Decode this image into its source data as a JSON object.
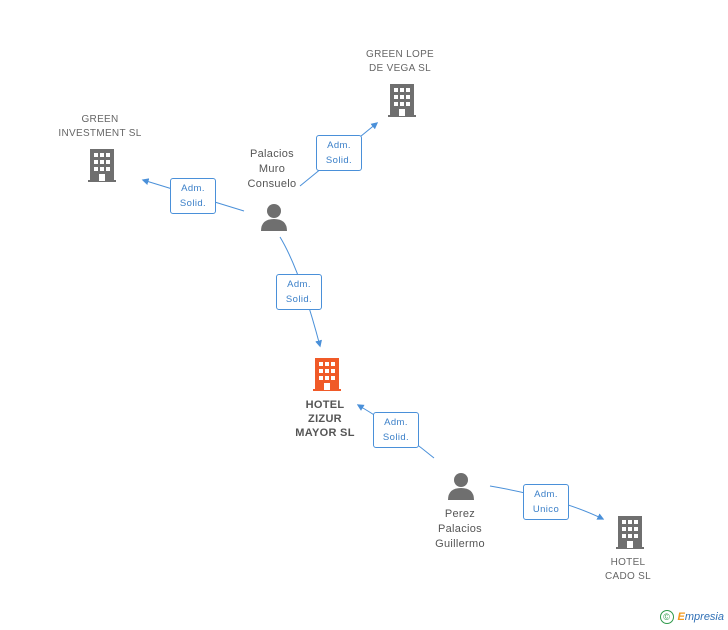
{
  "companies": {
    "green_lope": {
      "name": "GREEN LOPE\nDE VEGA SL"
    },
    "green_investment": {
      "name": "GREEN\nINVESTMENT SL"
    },
    "hotel_zizur": {
      "name": "HOTEL\nZIZUR\nMAYOR SL"
    },
    "hotel_cado": {
      "name": "HOTEL\nCADO SL"
    }
  },
  "persons": {
    "palacios": {
      "name": "Palacios\nMuro\nConsuelo"
    },
    "perez": {
      "name": "Perez\nPalacios\nGuillermo"
    }
  },
  "edges": {
    "e1": {
      "label": "Adm.\nSolid."
    },
    "e2": {
      "label": "Adm.\nSolid."
    },
    "e3": {
      "label": "Adm.\nSolid."
    },
    "e4": {
      "label": "Adm.\nSolid."
    },
    "e5": {
      "label": "Adm.\nUnico"
    }
  },
  "colors": {
    "edge": "#4a90d9",
    "building": "#6f6f6f",
    "building_highlight": "#f05a28",
    "person": "#6f6f6f"
  },
  "footer": {
    "copyright": "©",
    "brand_prefix": "E",
    "brand_rest": "mpresia"
  }
}
